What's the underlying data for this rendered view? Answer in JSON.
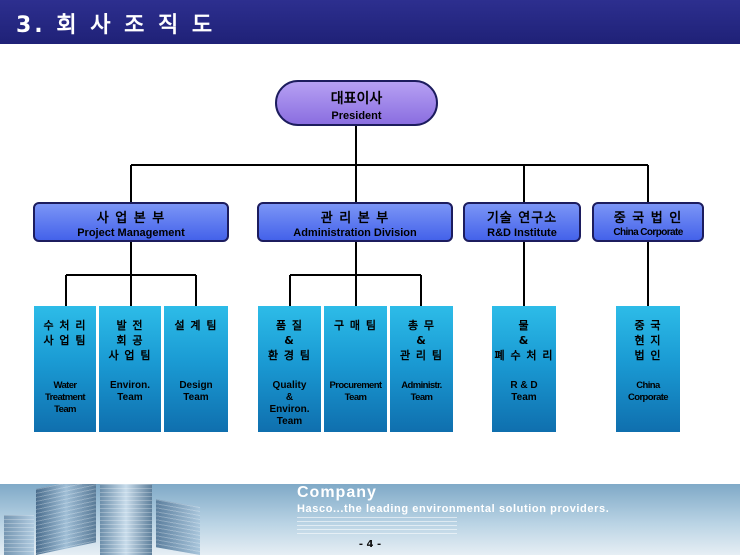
{
  "header": {
    "title": "3. 회 사 조 직 도",
    "background": "#23257f"
  },
  "president": {
    "ko": "대표이사",
    "en": "President",
    "color": "#a58cef"
  },
  "departments": [
    {
      "ko": "사 업 본 부",
      "en": "Project Management"
    },
    {
      "ko": "관 리 본 부",
      "en": "Administration Division"
    },
    {
      "ko": "기술 연구소",
      "en": "R&D Institute"
    },
    {
      "ko": "중 국 법 인",
      "en": "China Corporate"
    }
  ],
  "teams": [
    {
      "ko": "수 처 리\n사 업 팀",
      "en": "Water\nTreatment\nTeam"
    },
    {
      "ko": "발 전\n회 공\n사 업 팀",
      "en": "Environ.\nTeam"
    },
    {
      "ko": "설 계 팀",
      "en": "Design\nTeam"
    },
    {
      "ko": "품 질\n&\n환 경 팀",
      "en": "Quality\n&\nEnviron.\nTeam"
    },
    {
      "ko": "구 매 팀",
      "en": "Procurement\nTeam"
    },
    {
      "ko": "총 무\n&\n관 리 팀",
      "en": "Administr.\nTeam"
    },
    {
      "ko": "물\n&\n폐 수 처 리",
      "en": "R & D\nTeam"
    },
    {
      "ko": "중 국\n현 지\n법 인",
      "en": "China\nCorporate"
    }
  ],
  "footer": {
    "company": "Company",
    "slogan": "Hasco...the leading environmental solution providers.",
    "page": "- 4 -"
  },
  "colors": {
    "department": "#5572ee",
    "team": "#1a9ad3",
    "border": "#1c1c5e"
  }
}
